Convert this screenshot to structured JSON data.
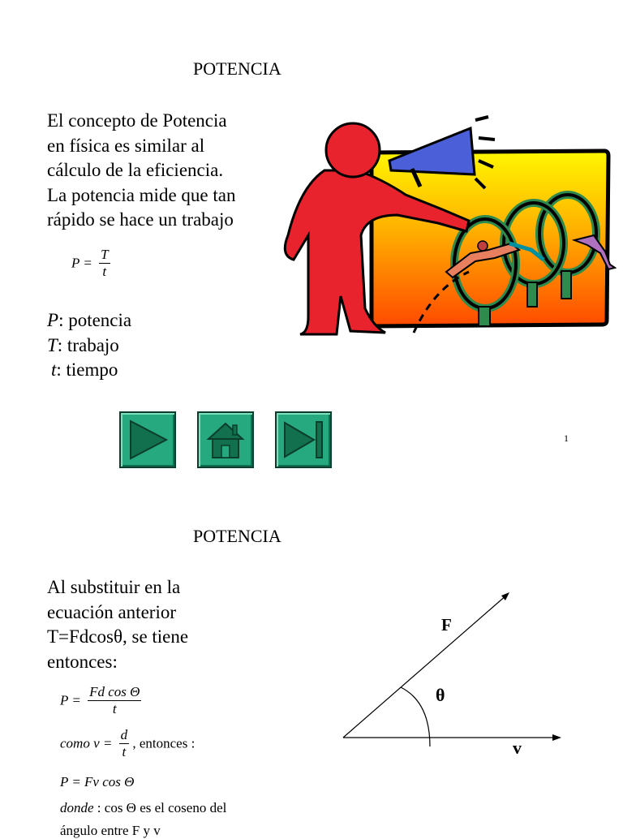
{
  "slide1": {
    "title": "POTENCIA",
    "paragraph": [
      "El concepto de Potencia",
      "en física es similar al",
      "cálculo de la eficiencia.",
      "La potencia mide que tan",
      "rápido se hace un trabajo"
    ],
    "formula": {
      "lhs": "P =",
      "num": "T",
      "den": "t"
    },
    "legend": [
      {
        "sym": "P",
        "text": ": potencia"
      },
      {
        "sym": "T",
        "text": ": trabajo"
      },
      {
        "sym": "t",
        "text": ": tiempo"
      }
    ],
    "nav_buttons": [
      {
        "icon": "play-icon"
      },
      {
        "icon": "home-icon"
      },
      {
        "icon": "skip-end-icon"
      }
    ],
    "page_number": "1"
  },
  "slide2": {
    "title": "POTENCIA",
    "paragraph": [
      "Al substituir en la",
      "ecuación anterior",
      "T=Fdcosθ, se tiene",
      "entonces:"
    ],
    "eq1": {
      "lhs": "P =",
      "num": "Fd cos Θ",
      "den": "t"
    },
    "eq2": {
      "pre": "como",
      "lhs": "v =",
      "num": "d",
      "den": "t",
      "post": ", entonces :"
    },
    "eq3": "P = Fv cos Θ",
    "eq4": {
      "pre": "donde",
      "post": ": cos Θ es el coseno del"
    },
    "eq5": "ángulo entre F y v",
    "diagram": {
      "force_label": "F",
      "angle_label": "θ",
      "velocity_label": "v"
    }
  }
}
